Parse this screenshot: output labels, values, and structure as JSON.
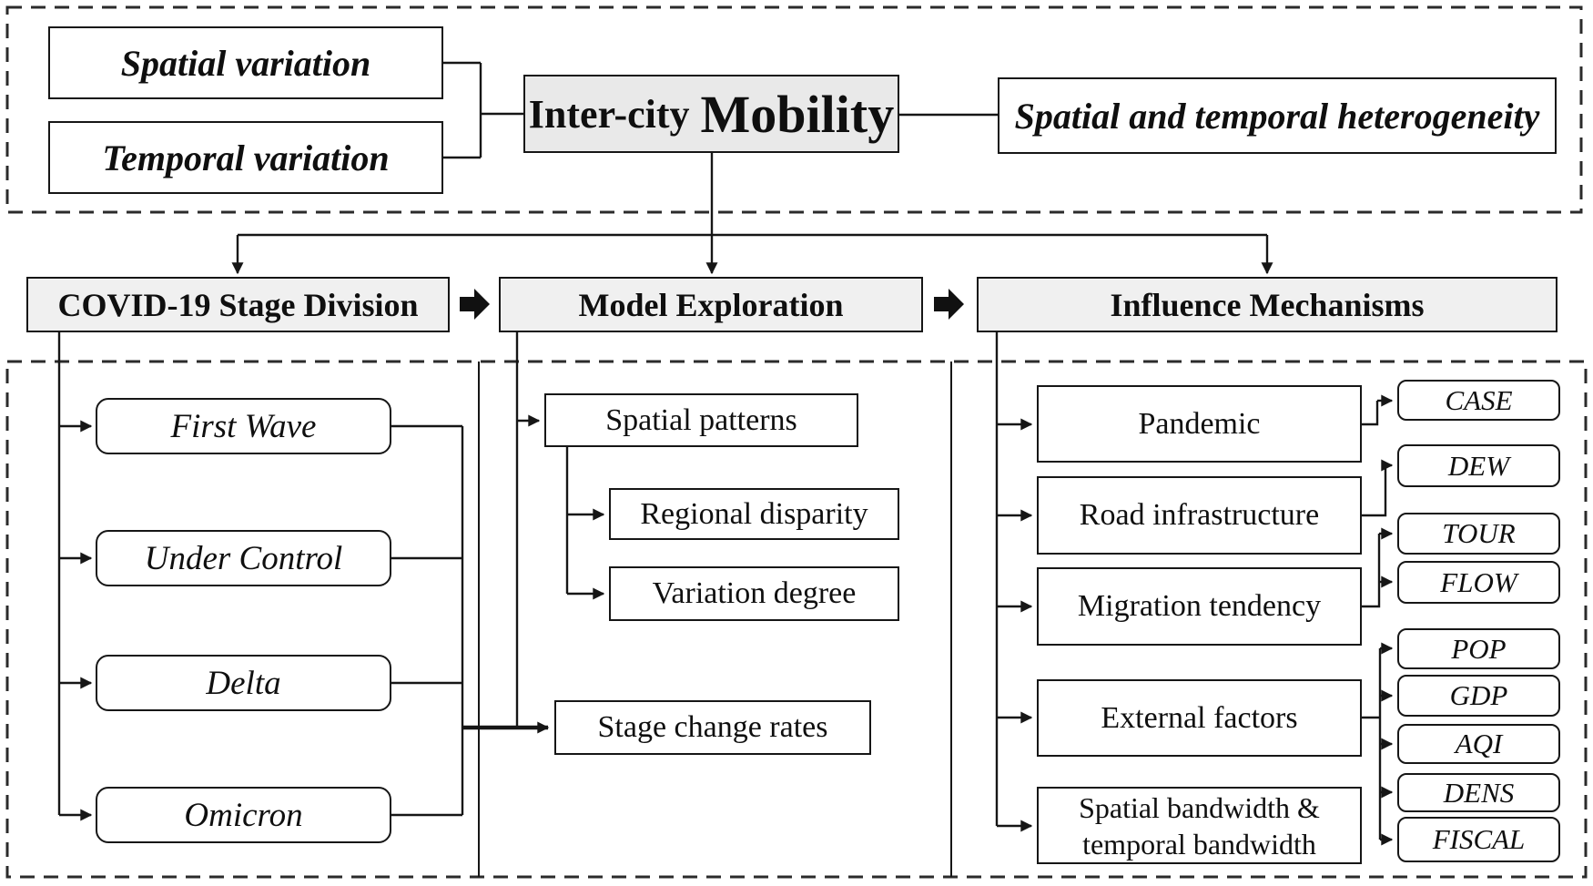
{
  "top": {
    "spatial_variation": "Spatial variation",
    "temporal_variation": "Temporal variation",
    "mobility_prefix": "Inter-city",
    "mobility_main": "Mobility",
    "heterogeneity": "Spatial and temporal heterogeneity"
  },
  "pipeline": {
    "stage_division": "COVID-19 Stage Division",
    "model_exploration": "Model Exploration",
    "influence_mechanisms": "Influence Mechanisms"
  },
  "stages": [
    "First Wave",
    "Under Control",
    "Delta",
    "Omicron"
  ],
  "model": {
    "spatial_patterns": "Spatial patterns",
    "regional_disparity": "Regional disparity",
    "variation_degree": "Variation degree",
    "stage_change_rates": "Stage change rates"
  },
  "influence": {
    "factors": [
      "Pandemic",
      "Road infrastructure",
      "Migration tendency",
      "External factors",
      "Spatial bandwidth & temporal bandwidth"
    ],
    "variables": [
      "CASE",
      "DEW",
      "TOUR",
      "FLOW",
      "POP",
      "GDP",
      "AQI",
      "DENS",
      "FISCAL"
    ]
  },
  "colors": {
    "line": "#161616",
    "dashed_border": "#2b2b2b",
    "header_fill": "#f0f0f0",
    "mobility_fill": "#e9e9e9"
  }
}
